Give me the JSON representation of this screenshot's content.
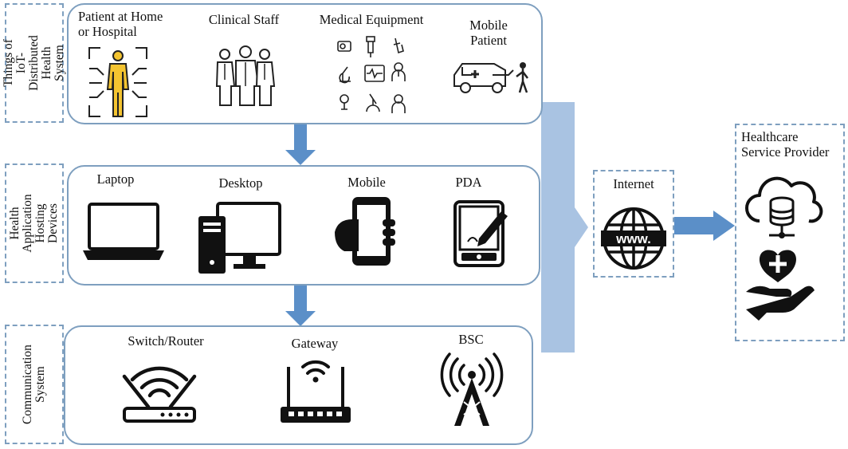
{
  "rows": {
    "things": {
      "side_label": "Things of IoT-\nDistributed\nHealth System",
      "items": [
        "Patient at Home\nor Hospital",
        "Clinical  Staff",
        "Medical Equipment",
        "Mobile\nPatient"
      ]
    },
    "hosting": {
      "side_label": "Health\nApplication\nHosting Devices",
      "items": [
        "Laptop",
        "Desktop",
        "Mobile",
        "PDA"
      ]
    },
    "communication": {
      "side_label": "Communication\nSystem",
      "items": [
        "Switch/Router",
        "Gateway",
        "BSC"
      ]
    }
  },
  "internet": {
    "label": "Internet",
    "www_text": "www."
  },
  "provider": {
    "label": "Healthcare\nService Provider"
  },
  "icons": [
    "patient-icon",
    "clinical-staff-icon",
    "medical-equipment-icon",
    "ambulance-icon",
    "laptop-icon",
    "desktop-icon",
    "mobile-phone-icon",
    "pda-icon",
    "router-icon",
    "gateway-icon",
    "bsc-tower-icon",
    "globe-icon",
    "cloud-database-icon",
    "heart-hand-icon"
  ],
  "colors": {
    "panel_border": "#7e9fbf",
    "arrow": "#5b8fc8",
    "bus": "#a9c3e2",
    "patient_fill": "#f4c430"
  }
}
